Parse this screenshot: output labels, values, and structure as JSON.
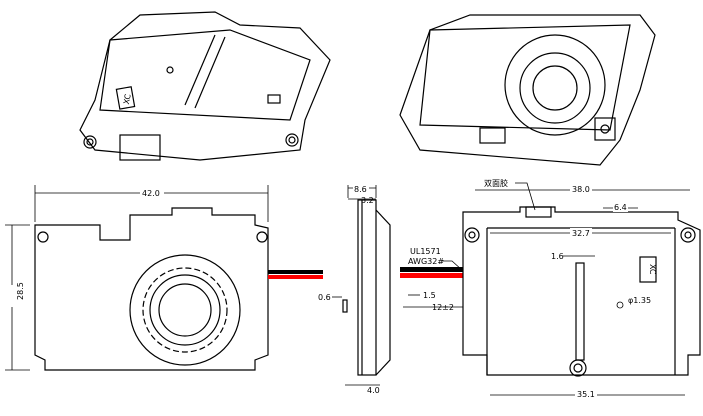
{
  "front_view": {
    "width": "42.0",
    "height": "28.5"
  },
  "side_view": {
    "depth_total": "8.6",
    "depth_top": "3.2",
    "offset": "0.6",
    "boss": "4.0"
  },
  "wire": {
    "spec_1": "UL1571",
    "spec_2": "AWG32#",
    "strip": "1.5",
    "length": "12±2",
    "colors": [
      "#000000",
      "#ff0000"
    ]
  },
  "back_view": {
    "tape_label": "双面胶",
    "hole_span": "38.0",
    "tab_width": "6.4",
    "inner_width": "32.7",
    "rib": "1.6",
    "hole_dia": "φ1.35",
    "bottom_width": "35.1",
    "logo": "XC"
  }
}
